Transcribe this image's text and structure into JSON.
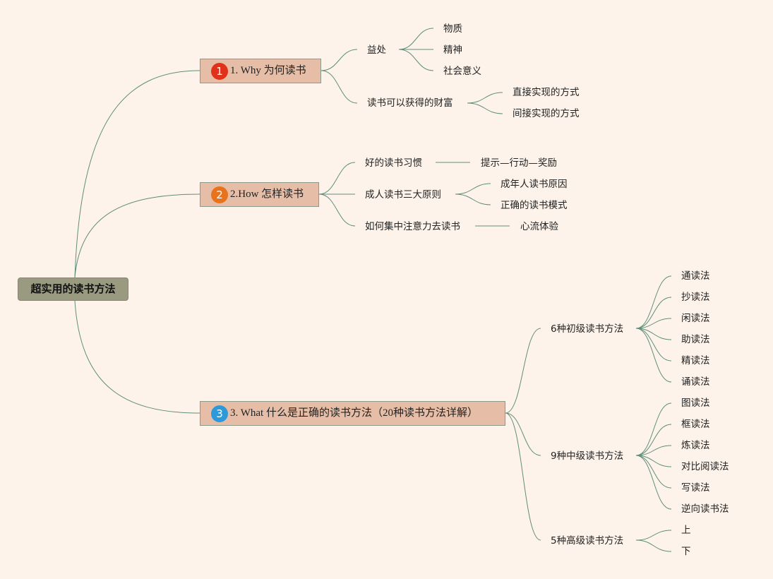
{
  "root": {
    "label": "超实用的读书方法"
  },
  "branches": [
    {
      "badge": "1",
      "label": "1. Why 为何读书",
      "children": [
        {
          "label": "益处",
          "children": [
            "物质",
            "精神",
            "社会意义"
          ]
        },
        {
          "label": "读书可以获得的财富",
          "children": [
            "直接实现的方式",
            "间接实现的方式"
          ]
        }
      ]
    },
    {
      "badge": "2",
      "label": "2.How 怎样读书",
      "children": [
        {
          "label": "好的读书习惯",
          "children": [
            "提示—行动—奖励"
          ]
        },
        {
          "label": "成人读书三大原则",
          "children": [
            "成年人读书原因",
            "正确的读书模式"
          ]
        },
        {
          "label": "如何集中注意力去读书",
          "children": [
            "心流体验"
          ]
        }
      ]
    },
    {
      "badge": "3",
      "label": "3. What 什么是正确的读书方法（20种读书方法详解）",
      "children": [
        {
          "label": "6种初级读书方法",
          "children": [
            "通读法",
            "抄读法",
            "闲读法",
            "助读法",
            "精读法",
            "诵读法"
          ]
        },
        {
          "label": "9种中级读书方法",
          "children": [
            "图读法",
            "框读法",
            "炼读法",
            "对比阅读法",
            "写读法",
            "逆向读书法"
          ]
        },
        {
          "label": "5种高级读书方法",
          "children": [
            "上",
            "下"
          ]
        }
      ]
    }
  ],
  "colors": {
    "background": "#fdf3ea",
    "root_fill": "#999a7f",
    "branch_fill": "#e6bea8",
    "connector": "#5e8f7a",
    "badge_1": "#e2311a",
    "badge_2": "#e8731d",
    "badge_3": "#2d99d8"
  }
}
